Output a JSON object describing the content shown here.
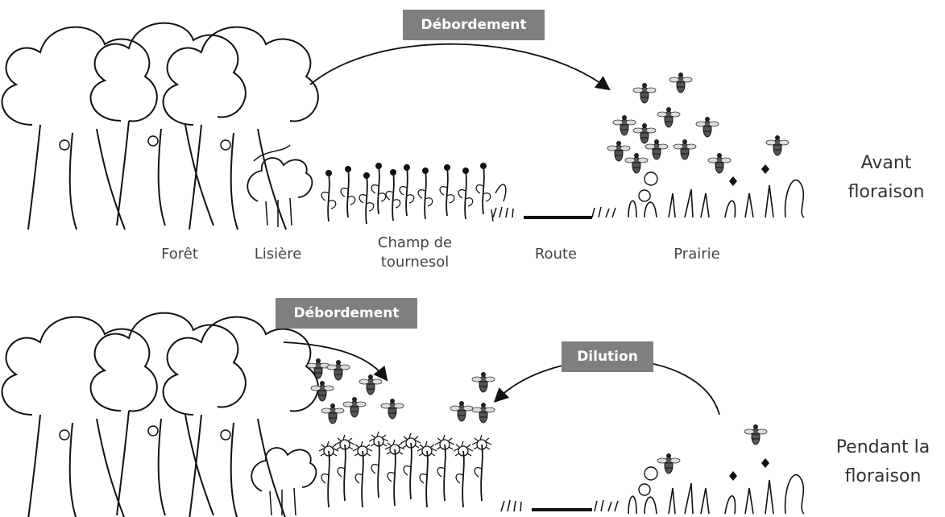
{
  "panels": {
    "before": {
      "badge_overflow": "Débordement",
      "side_label_line1": "Avant",
      "side_label_line2": "floraison"
    },
    "during": {
      "badge_overflow": "Débordement",
      "badge_dilution": "Dilution",
      "side_label_line1": "Pendant la",
      "side_label_line2": "floraison"
    }
  },
  "zones": {
    "forest": "Forêt",
    "edge": "Lisière",
    "field_line1": "Champ de",
    "field_line2": "tournesol",
    "road": "Route",
    "meadow": "Prairie"
  },
  "colors": {
    "badge_bg": "#7f7f7f",
    "badge_text": "#ffffff",
    "ink": "#111111"
  }
}
